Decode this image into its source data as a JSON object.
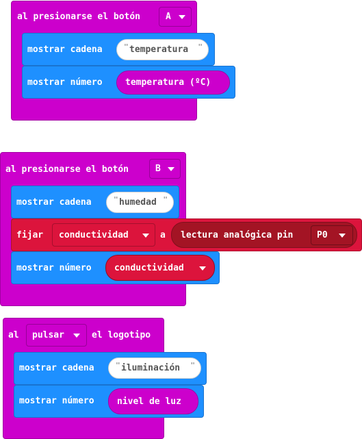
{
  "block1": {
    "event_label": "al presionarse el botón",
    "button_value": "A",
    "stmt1_label": "mostrar cadena",
    "stmt1_string": "temperatura",
    "stmt2_label": "mostrar número",
    "stmt2_value": "temperatura (ºC)"
  },
  "block2": {
    "event_label": "al presionarse el botón",
    "button_value": "B",
    "stmt1_label": "mostrar cadena",
    "stmt1_string": "humedad",
    "set_label": "fijar",
    "set_variable": "conductividad",
    "set_to": "a",
    "analog_label": "lectura analógica pin",
    "analog_pin": "P0",
    "stmt3_label": "mostrar número",
    "stmt3_value": "conductividad"
  },
  "block3": {
    "event_prefix": "al",
    "gesture_value": "pulsar",
    "event_suffix": "el logotipo",
    "stmt1_label": "mostrar cadena",
    "stmt1_string": "iluminación",
    "stmt2_label": "mostrar número",
    "stmt2_value": "nivel de luz"
  },
  "quote_char": "\"",
  "colors": {
    "event": "#cc00cc",
    "basic": "#1e90ff",
    "variable": "#dc143c",
    "pins": "#a31424",
    "string_field": "#ffffff"
  },
  "icons": [
    "dropdown-arrow-icon"
  ]
}
